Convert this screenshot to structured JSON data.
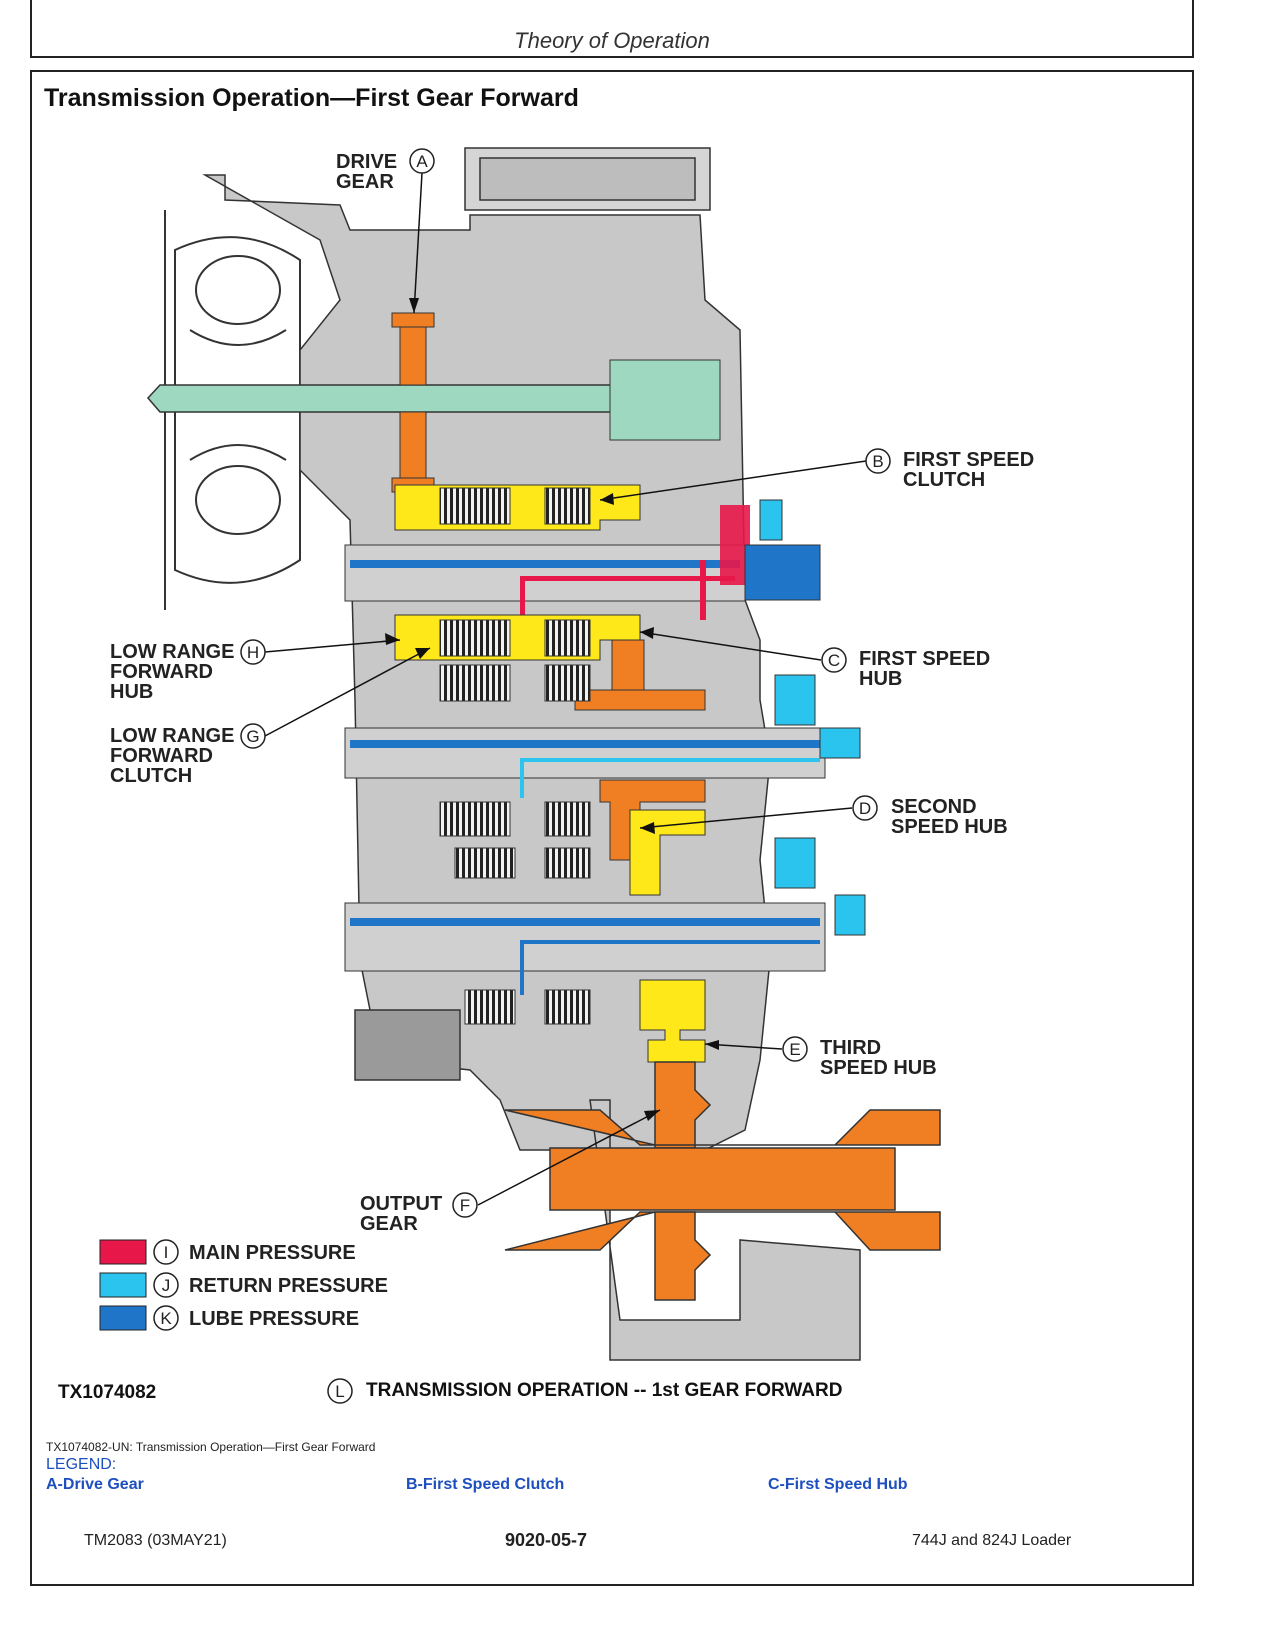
{
  "header": {
    "running_title": "Theory of Operation"
  },
  "section_title": "Transmission Operation—First Gear Forward",
  "callouts": [
    {
      "letter": "A",
      "lines": [
        "DRIVE",
        "GEAR"
      ]
    },
    {
      "letter": "B",
      "lines": [
        "FIRST SPEED",
        "CLUTCH"
      ]
    },
    {
      "letter": "C",
      "lines": [
        "FIRST SPEED",
        "HUB"
      ]
    },
    {
      "letter": "D",
      "lines": [
        "SECOND",
        "SPEED HUB"
      ]
    },
    {
      "letter": "E",
      "lines": [
        "THIRD",
        "SPEED HUB"
      ]
    },
    {
      "letter": "F",
      "lines": [
        "OUTPUT",
        "GEAR"
      ]
    },
    {
      "letter": "G",
      "lines": [
        "LOW RANGE",
        "FORWARD",
        "CLUTCH"
      ]
    },
    {
      "letter": "H",
      "lines": [
        "LOW RANGE",
        "FORWARD",
        "HUB"
      ]
    }
  ],
  "pressure_legend": [
    {
      "letter": "I",
      "label": "MAIN PRESSURE",
      "color": "#e8174a"
    },
    {
      "letter": "J",
      "label": "RETURN PRESSURE",
      "color": "#2bc4ee"
    },
    {
      "letter": "K",
      "label": "LUBE PRESSURE",
      "color": "#1f76c8"
    }
  ],
  "figure": {
    "id": "TX1074082",
    "caption_letter": "L",
    "caption": "TRANSMISSION OPERATION -- 1st GEAR FORWARD"
  },
  "caption_line": "TX1074082-UN: Transmission Operation—First Gear Forward",
  "legend": {
    "heading": "LEGEND:",
    "items": [
      "A-Drive Gear",
      "B-First Speed Clutch",
      "C-First Speed Hub"
    ]
  },
  "footer": {
    "left": "TM2083 (03MAY21)",
    "center": "9020-05-7",
    "right": "744J and 824J Loader"
  },
  "colors": {
    "housing": "#c8c8c8",
    "input_shaft": "#9ed8c0",
    "drive_gear": "#f07f24",
    "clutch_hub": "#ffe81a",
    "lube": "#1f76c8",
    "main": "#e8174a",
    "return": "#2bc4ee"
  }
}
